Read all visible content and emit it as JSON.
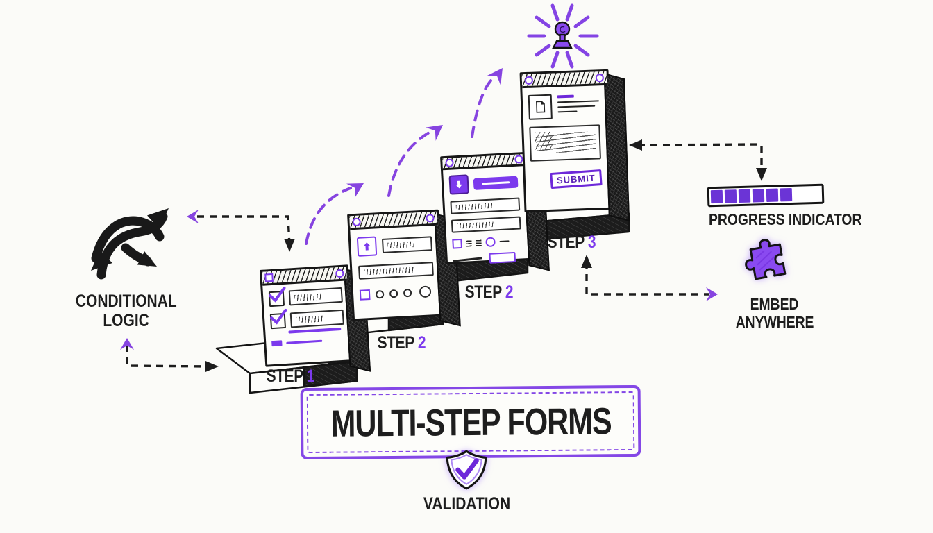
{
  "title_box": {
    "title": "MULTI-STEP FORMS"
  },
  "steps": [
    {
      "label": "STEP",
      "number": "1"
    },
    {
      "label": "STEP",
      "number": "2"
    },
    {
      "label": "STEP",
      "number": "2"
    },
    {
      "label": "STEP",
      "number": "3"
    }
  ],
  "form": {
    "submit_label": "SUBMIT"
  },
  "callouts": {
    "conditional_logic": {
      "line1": "CONDITIONAL",
      "line2": "LOGIC"
    },
    "progress_indicator": {
      "label": "PROGRESS INDICATOR",
      "segments_filled": 6,
      "fill_percent": 72
    },
    "embed_anywhere": {
      "line1": "EMBED",
      "line2": "ANYWHERE"
    },
    "validation": {
      "label": "VALIDATION"
    }
  },
  "colors": {
    "purple": "#7c3aed",
    "purple_dark": "#6d28d9",
    "purple_arrow": "#8644e0",
    "ink": "#1a1a1a",
    "background": "#fbfbf8"
  },
  "icons": {
    "stamp": "approval-stamp-icon",
    "branch": "branching-arrows-icon",
    "puzzle": "puzzle-piece-icon",
    "shield": "shield-check-icon",
    "upload": "upload-icon",
    "download": "download-icon",
    "document": "document-icon",
    "checkbox": "checkbox-checked-icon"
  }
}
